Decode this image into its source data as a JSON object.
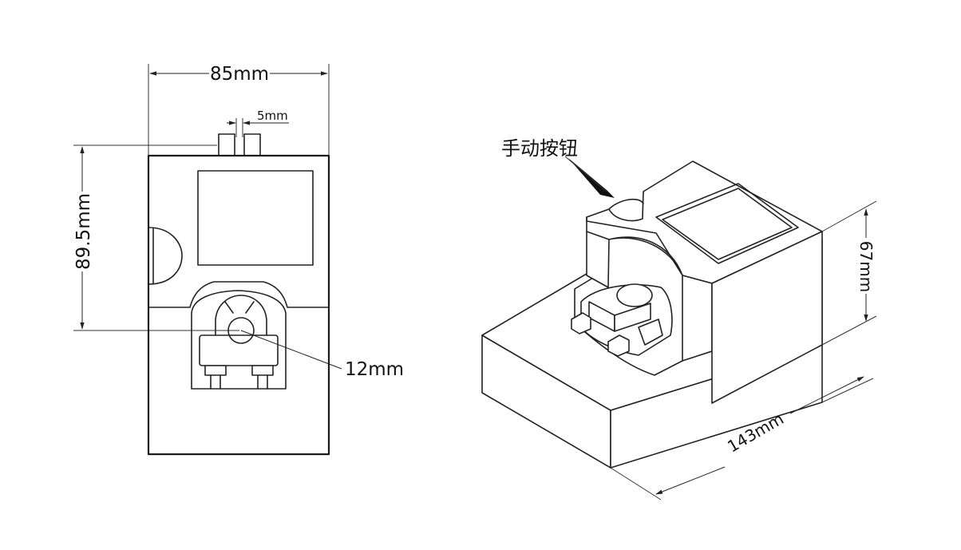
{
  "front_view": {
    "width_label": "85mm",
    "gap_label": "5mm",
    "height_label": "89.5mm",
    "hole_label": "12mm"
  },
  "iso_view": {
    "button_label": "手动按钮",
    "length_label": "143mm",
    "height_label": "67mm"
  }
}
